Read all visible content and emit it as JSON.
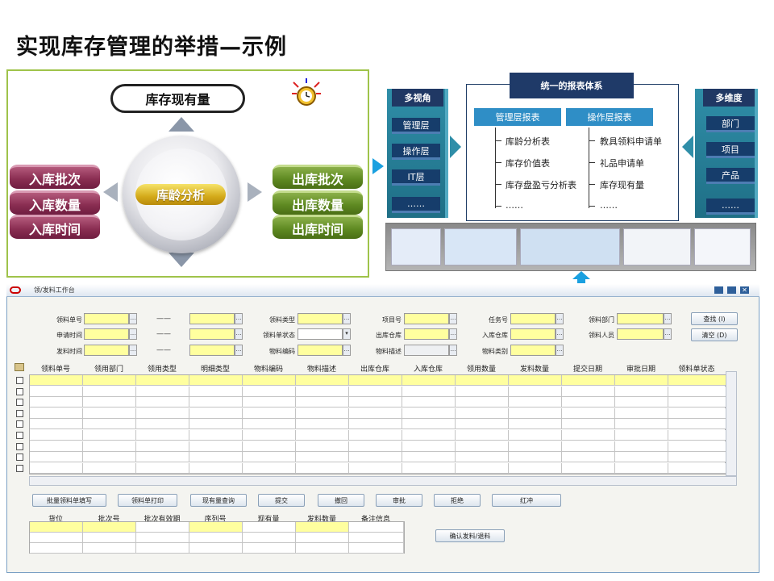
{
  "title": "实现库存管理的举措—示例",
  "diagram": {
    "center_top": "库存现有量",
    "center": "库龄分析",
    "left": [
      "入库批次",
      "入库数量",
      "入库时间"
    ],
    "right": [
      "出库批次",
      "出库数量",
      "出库时间"
    ]
  },
  "reports": {
    "left_head": "多视角",
    "left_items": [
      "管理层",
      "操作层",
      "IT层",
      "……"
    ],
    "center_head": "统一的报表体系",
    "col1_head": "管理层报表",
    "col1_items": [
      "库龄分析表",
      "库存价值表",
      "库存盘盈亏分析表",
      "……"
    ],
    "col2_head": "操作层报表",
    "col2_items": [
      "教具领料申请单",
      "礼品申请单",
      "库存现有量",
      "……"
    ],
    "right_head": "多维度",
    "right_items": [
      "部门",
      "项目",
      "产品",
      "……"
    ]
  },
  "form": {
    "window_title": "领/发料工作台",
    "row1": {
      "l1": "领料单号",
      "l2": "领料类型",
      "l3": "项目号",
      "l4": "任务号",
      "l5": "领料部门",
      "btn": "查找 (I)"
    },
    "row2": {
      "l1": "申请时间",
      "l2": "领料单状态",
      "l3": "出库仓库",
      "l4": "入库仓库",
      "l5": "领料人员",
      "btn": "清空 (D)"
    },
    "row3": {
      "l1": "发料时间",
      "l2": "物料编码",
      "l3": "物料描述",
      "l4": "物料类别"
    },
    "dash": "——",
    "grid_headers": [
      "领料单号",
      "领用部门",
      "领用类型",
      "明细类型",
      "物料编码",
      "物料描述",
      "出库仓库",
      "入库仓库",
      "领用数量",
      "发料数量",
      "提交日期",
      "审批日期",
      "领料单状态"
    ],
    "buttons": [
      "批量领料单填写",
      "领料单打印",
      "现有量查询",
      "提交",
      "撤回",
      "审批",
      "拒绝",
      "红冲"
    ],
    "bottom_headers": [
      "货位",
      "批次号",
      "批次有效期",
      "序列号",
      "现有量",
      "发料数量",
      "备注信息"
    ],
    "confirm_button": "确认发料/退料"
  },
  "colors": {
    "field_yellow": "#ffff9f",
    "panel_green": "#9fc34a",
    "report_blue": "#2f8ec6"
  }
}
